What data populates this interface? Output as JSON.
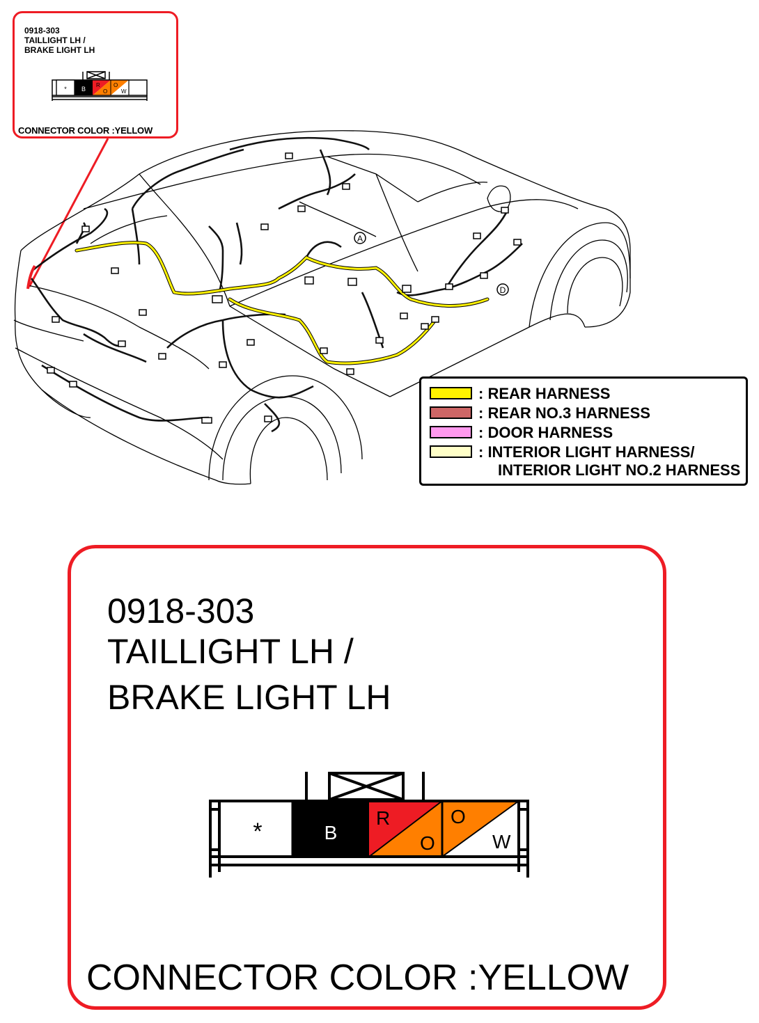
{
  "small_callout": {
    "code": "0918-303",
    "title_line1": "TAILLIGHT LH /",
    "title_line2": "BRAKE LIGHT LH",
    "connector_color": "CONNECTOR COLOR :YELLOW"
  },
  "connector": {
    "pins": [
      {
        "label": "*",
        "fill": "#ffffff"
      },
      {
        "label": "B",
        "fill": "#000000"
      },
      {
        "label_top": "R",
        "label_bottom": "O",
        "fill_top": "#ee1c24",
        "fill_bottom": "#ff7f00"
      },
      {
        "label_top": "O",
        "label_bottom": "W",
        "fill_top": "#ff7f00",
        "fill_bottom": "#ffffff"
      }
    ]
  },
  "markers": {
    "a": "A",
    "d": "D"
  },
  "legend": {
    "items": [
      {
        "label": ": REAR HARNESS",
        "color": "#fff200"
      },
      {
        "label": ": REAR NO.3 HARNESS",
        "color": "#cd6666"
      },
      {
        "label": ": DOOR HARNESS",
        "color": "#ff99ee"
      },
      {
        "label": ": INTERIOR LIGHT HARNESS/",
        "label2": "INTERIOR LIGHT NO.2 HARNESS",
        "color": "#ffffc8"
      }
    ]
  },
  "large_callout": {
    "code": "0918-303",
    "title_line1": "TAILLIGHT LH /",
    "title_line2": "BRAKE LIGHT LH",
    "connector_color": "CONNECTOR COLOR :YELLOW"
  },
  "colors": {
    "callout_border": "#ee1c24",
    "rear_harness": "#fff200"
  }
}
